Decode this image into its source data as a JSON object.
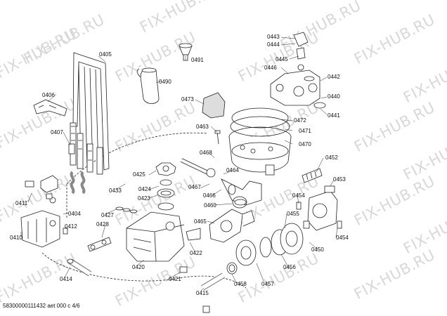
{
  "watermark": {
    "text": "FIX-HUB.RU"
  },
  "labels": {
    "p0405": "0405",
    "p0491": "0491",
    "p0490": "0490",
    "p0443": "0443",
    "p0444": "0444",
    "p0445": "0445",
    "p0446": "0446",
    "p0442": "0442",
    "p0440": "0440",
    "p0441": "0441",
    "p0406": "0406",
    "p0407": "0407",
    "p0473": "0473",
    "p0463": "0463",
    "p0472": "0472",
    "p0471": "0471",
    "p0470": "0470",
    "p0468": "0468",
    "p0464": "0464",
    "p0452": "0452",
    "p0425": "0425",
    "p0433": "0433",
    "p0424": "0424",
    "p0423": "0423",
    "p0467": "0467",
    "p0466": "0466",
    "p0453": "0453",
    "p0411": "0411",
    "p0404": "0404",
    "p0427": "0427",
    "p0428": "0428",
    "p0412": "0412",
    "p0410": "0410",
    "p0460": "0460",
    "p0454a": "0454",
    "p0465": "0465",
    "p0455": "0455",
    "p0454b": "0454",
    "p0450": "0450",
    "p0422": "0422",
    "p0456": "0456",
    "p0420": "0420",
    "p0414": "0414",
    "p0421": "0421",
    "p0458": "0458",
    "p0457": "0457",
    "p0415": "0415"
  },
  "footer": "58300000111432 aet 000 c 4/6",
  "colors": {
    "line": "#222222",
    "fill": "#ffffff",
    "shade": "#9a9a9a",
    "watermark": "#d8d8d8"
  }
}
